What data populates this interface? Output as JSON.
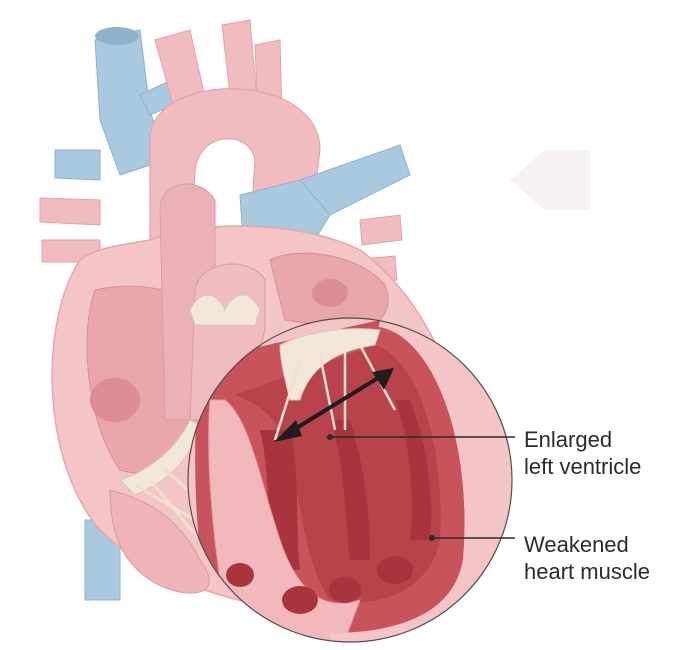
{
  "labels": {
    "enlarged_line1": "Enlarged",
    "enlarged_line2": "left ventricle",
    "weakened_line1": "Weakened",
    "weakened_line2": "heart muscle"
  },
  "colors": {
    "vein_blue": "#a9c9de",
    "artery_pink": "#f1bcc0",
    "heart_wall": "#f4c5c6",
    "chamber": "#e8a7ab",
    "muscle_dark": "#b8434b",
    "muscle_mid": "#cf5f65",
    "valve_cream": "#f3e7d9",
    "label_text": "#2b2b2b"
  }
}
